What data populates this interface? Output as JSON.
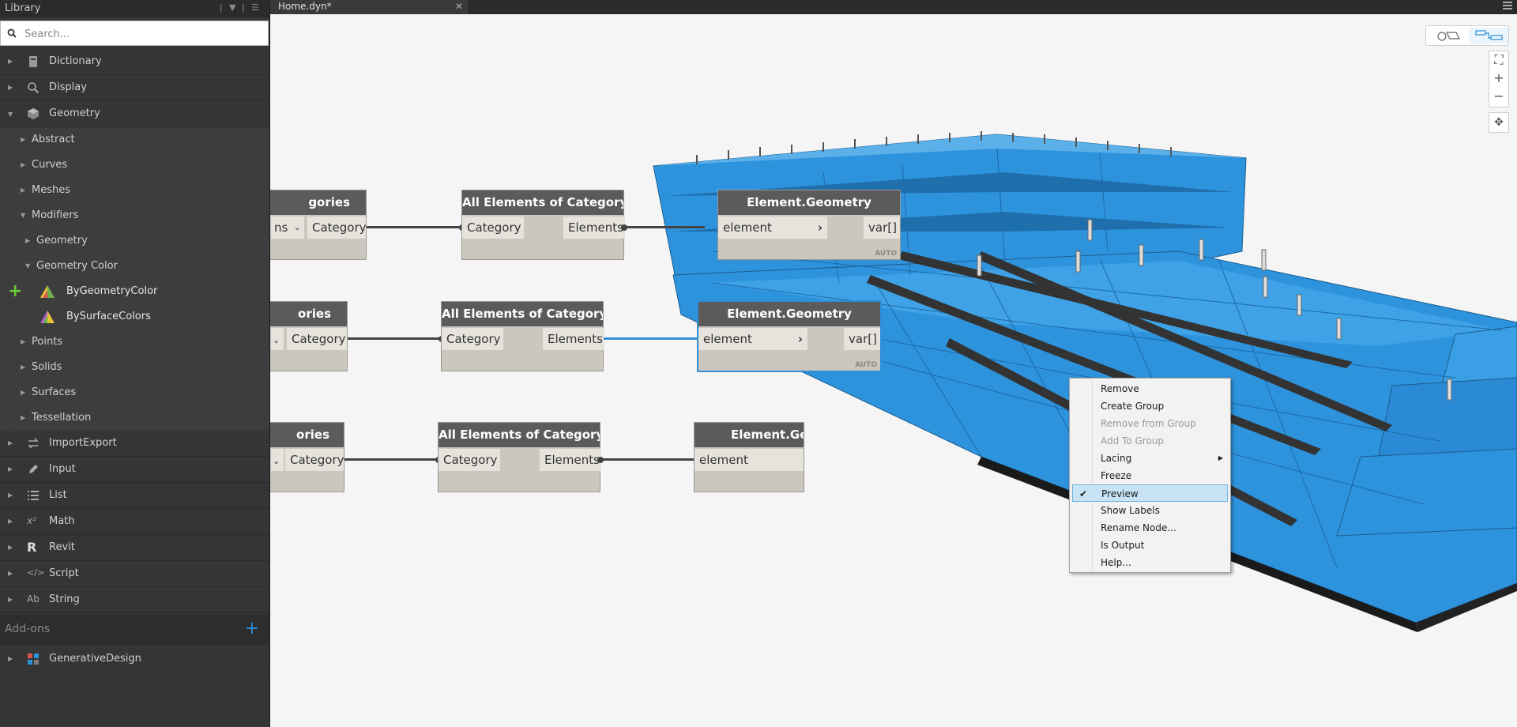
{
  "library": {
    "title": "Library",
    "search_placeholder": "Search...",
    "categories": [
      {
        "label": "Dictionary",
        "icon": "dictionary-icon"
      },
      {
        "label": "Display",
        "icon": "display-icon"
      },
      {
        "label": "Geometry",
        "icon": "geometry-icon"
      },
      {
        "label": "ImportExport",
        "icon": "import-export-icon"
      },
      {
        "label": "Input",
        "icon": "input-icon"
      },
      {
        "label": "List",
        "icon": "list-icon"
      },
      {
        "label": "Math",
        "icon": "math-icon"
      },
      {
        "label": "Revit",
        "icon": "revit-icon"
      },
      {
        "label": "Script",
        "icon": "script-icon"
      },
      {
        "label": "String",
        "icon": "string-icon"
      }
    ],
    "geometry_children": [
      "Abstract",
      "Curves",
      "Meshes",
      "Modifiers"
    ],
    "modifiers_children": [
      "Geometry",
      "Geometry Color"
    ],
    "geometry_color_children": [
      "ByGeometryColor",
      "BySurfaceColors"
    ],
    "geometry_more": [
      "Points",
      "Solids",
      "Surfaces",
      "Tessellation"
    ],
    "addons_label": "Add-ons",
    "addons": [
      {
        "label": "GenerativeDesign",
        "icon": "generative-design-icon"
      }
    ]
  },
  "tab": {
    "title": "Home.dyn*"
  },
  "nodes": {
    "cat_row1": {
      "title": "gories",
      "dropdown": "ns",
      "out": "Category"
    },
    "cat_row2": {
      "title": "ories",
      "out": "Category"
    },
    "cat_row3": {
      "title": "ories",
      "out": "Category"
    },
    "all_elements": {
      "title": "All Elements of Category",
      "in": "Category",
      "out": "Elements"
    },
    "element_geometry": {
      "title": "Element.Geometry",
      "title_row3": "Element.Ge",
      "in": "element",
      "out": "var[]",
      "lacing": "AUTO"
    }
  },
  "context_menu": {
    "items": [
      {
        "label": "Remove"
      },
      {
        "label": "Create Group"
      },
      {
        "label": "Remove from Group"
      },
      {
        "label": "Add To Group"
      },
      {
        "label": "Lacing"
      },
      {
        "label": "Freeze"
      },
      {
        "label": "Preview"
      },
      {
        "label": "Show Labels"
      },
      {
        "label": "Rename Node..."
      },
      {
        "label": "Is Output"
      },
      {
        "label": "Help..."
      }
    ]
  },
  "colors": {
    "accent": "#2d8fd8",
    "geometry": "#2e93dd"
  }
}
